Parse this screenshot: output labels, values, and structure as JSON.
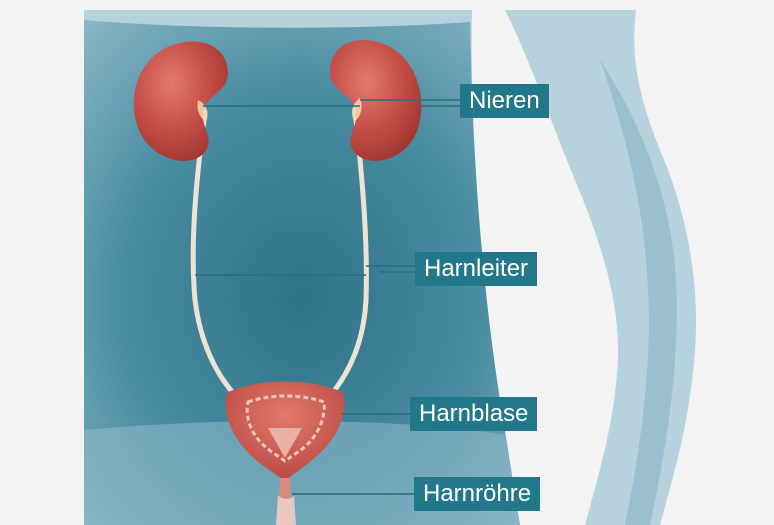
{
  "colors": {
    "background": "#f3f3f3",
    "body_silhouette": "#b6d2dc",
    "abdomen_shade": "#3f8298",
    "organ": "#c9504a",
    "ureter": "#ece4d3",
    "label_bg": "#22788a",
    "label_text": "#ffffff",
    "leader_line": "#2a6d7e"
  },
  "labels": {
    "kidneys": "Nieren",
    "ureter": "Harnleiter",
    "bladder": "Harnblase",
    "urethra": "Harnröhre"
  }
}
